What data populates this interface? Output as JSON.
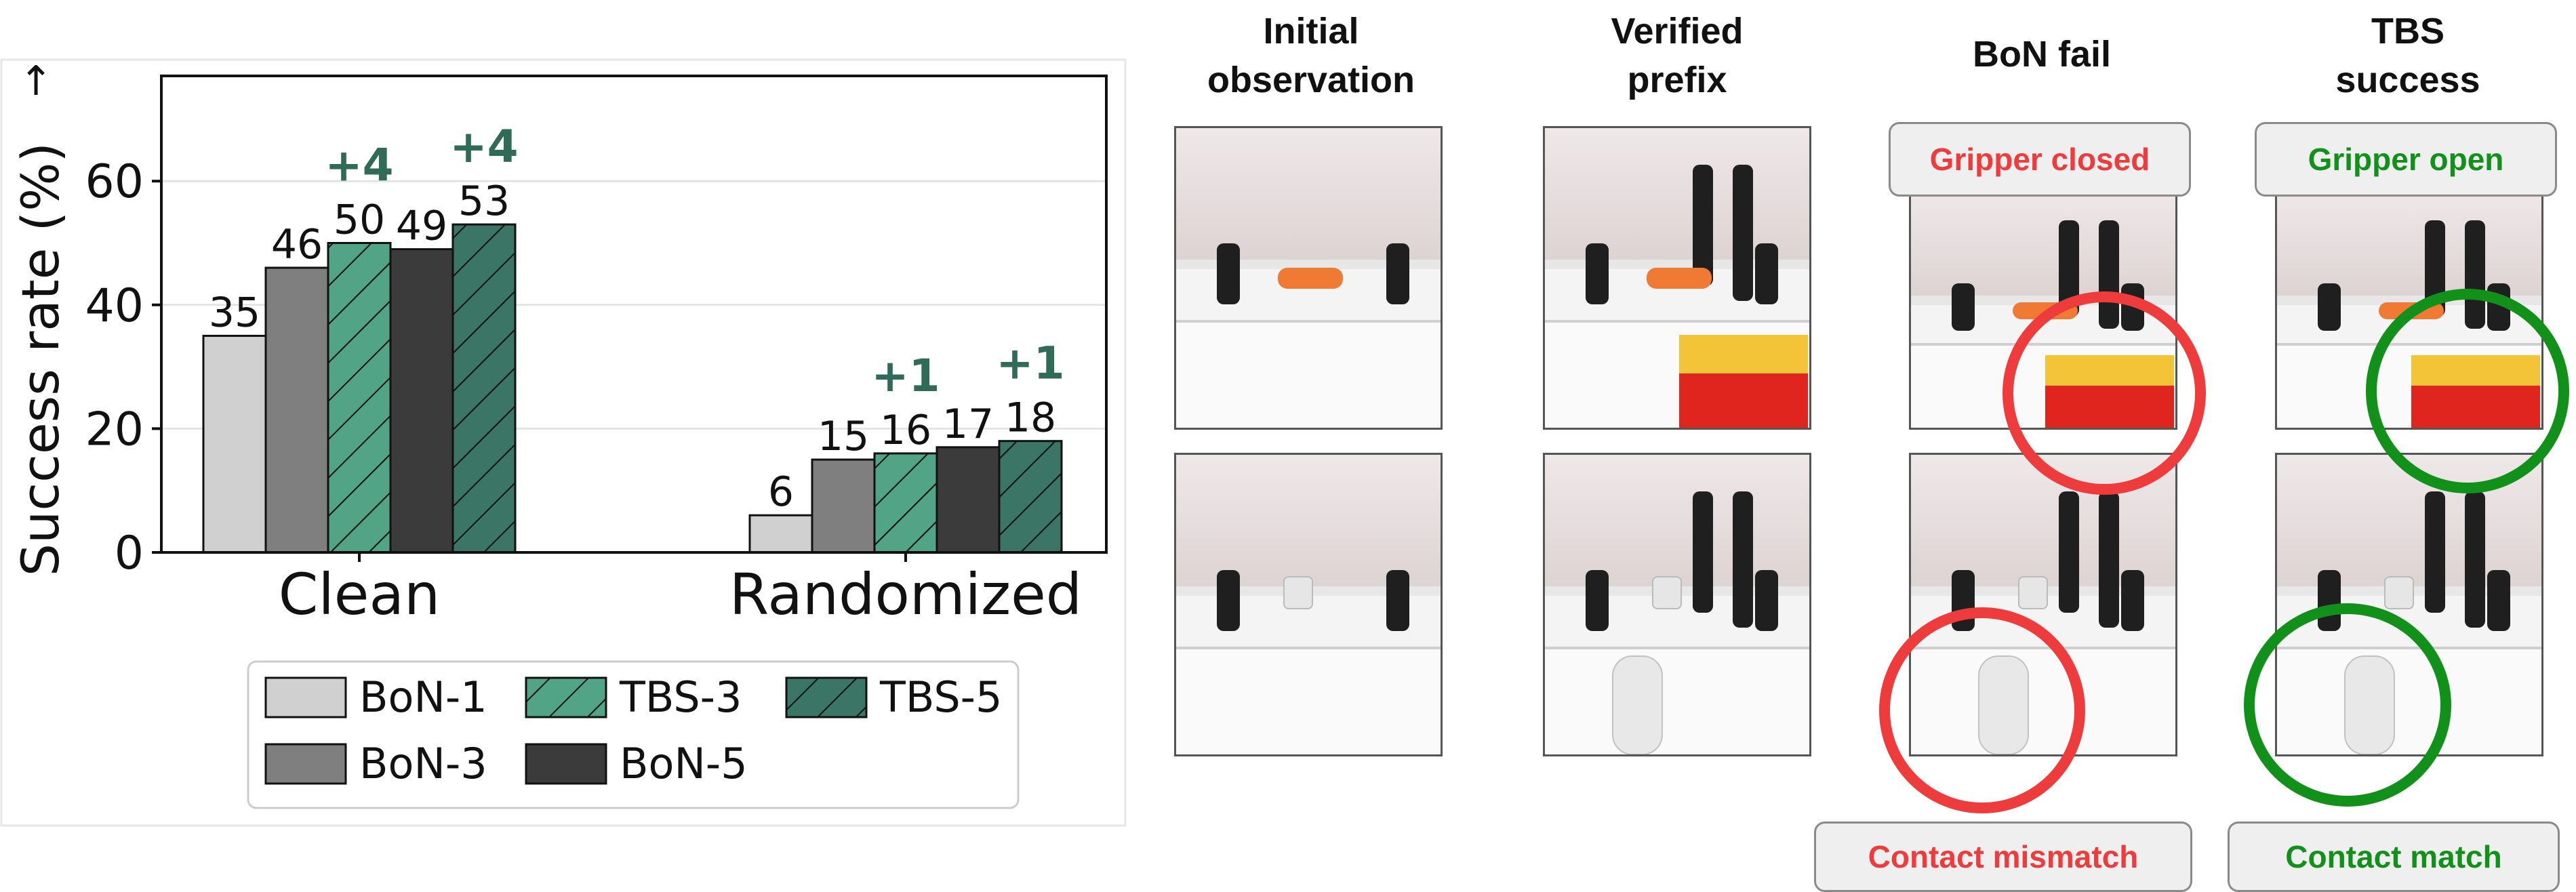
{
  "chart_data": {
    "type": "bar",
    "categories": [
      "Clean",
      "Randomized"
    ],
    "ylabel": "Success rate (%)",
    "arrow": "↑",
    "ylim": [
      0,
      77
    ],
    "yticks": [
      0,
      20,
      40,
      60
    ],
    "grid": true,
    "legend_placement": "bottom",
    "series": [
      {
        "name": "BoN-1",
        "values": [
          35,
          6
        ],
        "color": "#d0d0d0",
        "hatch": false
      },
      {
        "name": "BoN-3",
        "values": [
          46,
          15
        ],
        "color": "#7f7f7f",
        "hatch": false
      },
      {
        "name": "TBS-3",
        "values": [
          50,
          16
        ],
        "color": "#52a487",
        "hatch": true
      },
      {
        "name": "BoN-5",
        "values": [
          49,
          17
        ],
        "color": "#3b3b3b",
        "hatch": false
      },
      {
        "name": "TBS-5",
        "values": [
          53,
          18
        ],
        "color": "#3a7565",
        "hatch": true
      }
    ],
    "improvements": [
      {
        "series": "TBS-3",
        "labels": [
          "+4",
          "+1"
        ]
      },
      {
        "series": "TBS-5",
        "labels": [
          "+4",
          "+1"
        ]
      }
    ],
    "legend_order": [
      "BoN-1",
      "TBS-3",
      "TBS-5",
      "BoN-3",
      "BoN-5"
    ]
  },
  "columns": [
    "Initial\nobservation",
    "Verified\nprefix",
    "BoN fail",
    "TBS\nsuccess"
  ],
  "tags": {
    "gripper_closed": "Gripper closed",
    "gripper_open": "Gripper open",
    "contact_mismatch": "Contact mismatch",
    "contact_match": "Contact match"
  },
  "colors": {
    "fail": "#ee3b3b",
    "success": "#12911a",
    "improvement": "#2f6b57"
  }
}
